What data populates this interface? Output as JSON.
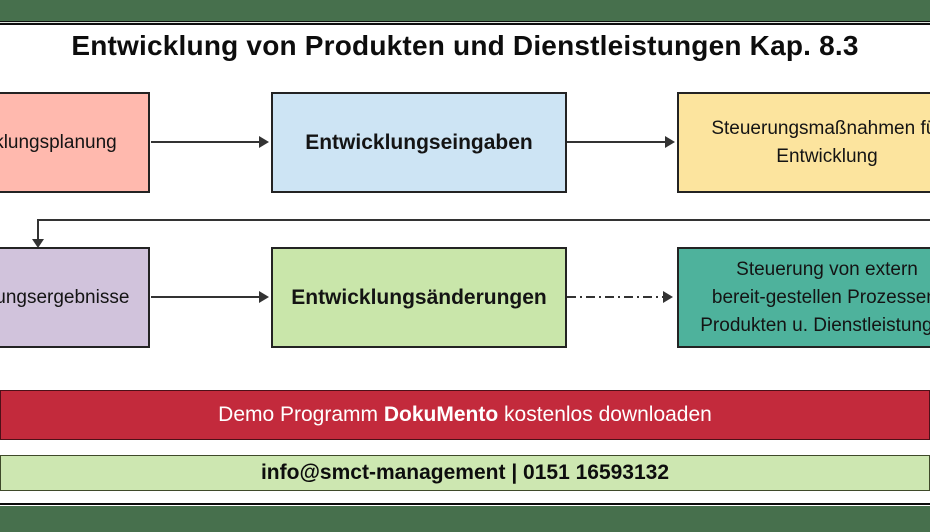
{
  "page": {
    "title": "Entwicklung von Produkten und Dienstleistungen Kap. 8.3"
  },
  "colors": {
    "header_footer_bar": "#47704d",
    "box_border": "#232323",
    "arrow": "#333333",
    "planning_box": "#ffb9ae",
    "inputs_box": "#cde4f4",
    "controls_box": "#fce49e",
    "results_box": "#d1c3dc",
    "changes_box": "#c9e6aa",
    "external_box": "#4eb29c",
    "demo_banner_bg": "#c32a3c",
    "demo_banner_text": "#ffffff",
    "contact_banner_bg": "#cde7b1",
    "contact_banner_text": "#0d0d0d"
  },
  "flowchart": {
    "boxes": {
      "planning": {
        "label": "Entwicklungsplanung"
      },
      "inputs": {
        "label": "Entwicklungseingaben"
      },
      "controls": {
        "line1": "Steuerungsmaßnahmen für",
        "line2": "Entwicklung"
      },
      "results": {
        "label": "Entwicklungsergebnisse"
      },
      "changes": {
        "label": "Entwicklungsänderungen"
      },
      "external": {
        "line1": "Steuerung von extern",
        "line2": "bereit-gestellen Prozessen,",
        "line3": "Produkten u. Dienstleistungen"
      }
    }
  },
  "banners": {
    "demo": {
      "prefix": "Demo Programm ",
      "highlight": "DokuMento",
      "suffix": " kostenlos downloaden"
    },
    "contact": {
      "text": "info@smct-management | 0151 16593132"
    }
  }
}
